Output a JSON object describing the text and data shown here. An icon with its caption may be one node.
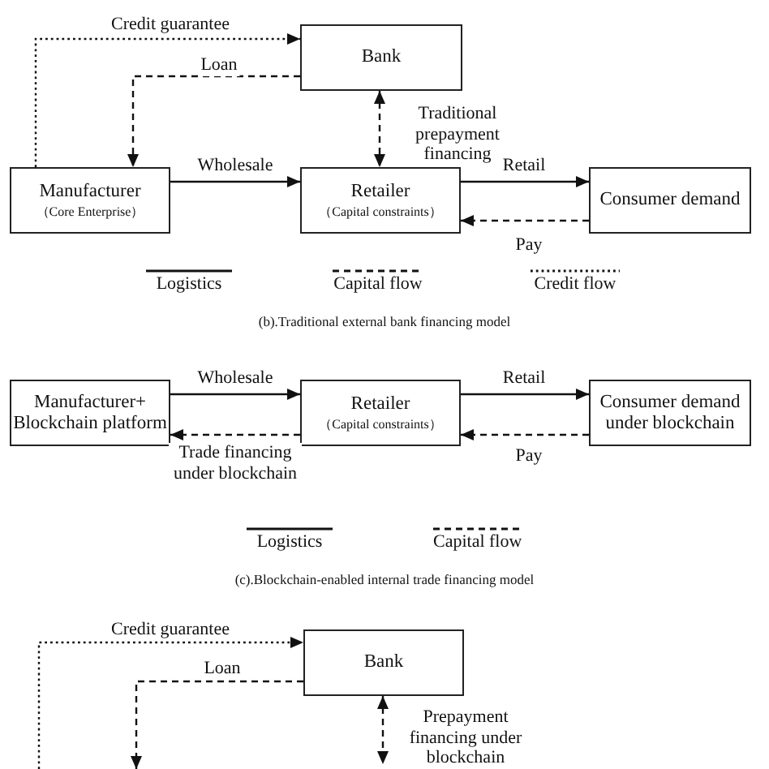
{
  "diagram": {
    "nodes": [
      {
        "text": [
          "Bank"
        ]
      },
      {
        "text": [
          "Manufacturer",
          "（Core Enterprise）"
        ]
      },
      {
        "text": [
          "Retailer",
          "（Capital constraints）"
        ]
      },
      {
        "text": [
          "Consumer demand"
        ]
      },
      {
        "text": [
          "Manufacturer+ Blockchain platform"
        ]
      },
      {
        "text": [
          "Retailer",
          "（Capital constraints）"
        ]
      },
      {
        "text": [
          "Consumer demand under blockchain"
        ]
      },
      {
        "text": [
          "Bank"
        ]
      }
    ],
    "edges": [
      {
        "from": 1,
        "to": 0,
        "arrow": "to",
        "label": "Credit guarantee",
        "style": "dashed"
      },
      {
        "from": 0,
        "to": 1,
        "arrow": "to",
        "label": "Loan",
        "style": "dashed"
      },
      {
        "from": 0,
        "to": 2,
        "arrow": "both",
        "label": "Traditional prepayment financing",
        "style": "dashed"
      },
      {
        "from": 1,
        "to": 2,
        "arrow": "to",
        "label": "Wholesale"
      },
      {
        "from": 2,
        "to": 3,
        "arrow": "to",
        "label": "Retail"
      },
      {
        "from": 3,
        "to": 2,
        "arrow": "to",
        "label": "Pay",
        "style": "dashed"
      },
      {
        "from": 4,
        "to": 5,
        "arrow": "to",
        "label": "Wholesale"
      },
      {
        "from": 5,
        "to": 4,
        "arrow": "to",
        "label": "Trade financing under blockchain",
        "style": "dashed"
      },
      {
        "from": 5,
        "to": 6,
        "arrow": "to",
        "label": "Retail"
      },
      {
        "from": 6,
        "to": 5,
        "arrow": "to",
        "label": "Pay",
        "style": "dashed"
      },
      {
        "from": null,
        "to": 7,
        "arrow": "to",
        "label": "Credit guarantee",
        "style": "dashed"
      },
      {
        "from": 7,
        "to": null,
        "arrow": "to",
        "label": "Loan",
        "style": "dashed"
      },
      {
        "from": 7,
        "to": null,
        "arrow": "both",
        "label": "Prepayment financing under blockchain",
        "style": "dashed"
      }
    ],
    "labels": [
      "(b).Traditional external bank financing model",
      "(c).Blockchain-enabled internal trade financing model"
    ],
    "legend": [
      {
        "text": "Logistics"
      },
      {
        "text": "Capital flow"
      },
      {
        "text": "Credit flow"
      },
      {
        "text": "Logistics"
      },
      {
        "text": "Capital flow"
      }
    ]
  }
}
